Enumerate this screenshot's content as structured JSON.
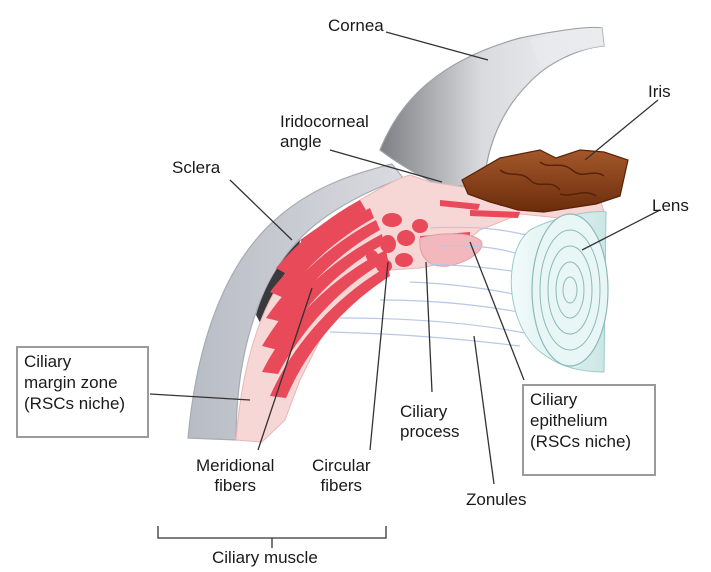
{
  "labels": {
    "cornea": "Cornea",
    "iris": "Iris",
    "iridocorneal_angle": "Iridocorneal\nangle",
    "sclera": "Sclera",
    "lens": "Lens",
    "ciliary_margin_zone": "Ciliary\nmargin zone\n(RSCs niche)",
    "ciliary_process": "Ciliary\nprocess",
    "ciliary_epithelium": "Ciliary\nepithelium\n(RSCs niche)",
    "meridional_fibers": "Meridional\nfibers",
    "circular_fibers": "Circular\nfibers",
    "zonules": "Zonules",
    "ciliary_muscle": "Ciliary muscle"
  },
  "colors": {
    "sclera": "#c8cbd1",
    "cornea": "#d6d8dc",
    "ciliary_body": "#f7d6d6",
    "muscle_fibers": "#e84a5a",
    "iris": "#8b3e12",
    "lens": "#d9eeee",
    "zonules": "#b9c8e6",
    "leader": "#333333",
    "box_border": "#9a9a9a"
  }
}
